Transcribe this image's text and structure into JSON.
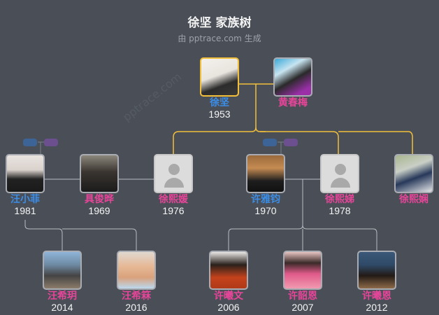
{
  "header": {
    "title": "徐坚 家族树",
    "subtitle": "由 pptrace.com 生成",
    "watermark": "pptrace.com"
  },
  "colors": {
    "background": "#4a4f57",
    "male": "#3b8ee8",
    "female": "#e8459a",
    "bloodline": "#f2bf3a",
    "connector": "#b8bcc2"
  },
  "generation1": [
    {
      "name": "徐坚",
      "year": "1953",
      "gender": "male",
      "photo": "photo",
      "root": true
    },
    {
      "name": "黄春梅",
      "year": "",
      "gender": "female",
      "photo": "photo"
    }
  ],
  "generation2": [
    {
      "name": "汪小菲",
      "year": "1981",
      "gender": "male",
      "photo": "photo"
    },
    {
      "name": "具俊晔",
      "year": "1969",
      "gender": "female",
      "photo": "photo"
    },
    {
      "name": "徐熙媛",
      "year": "1976",
      "gender": "female",
      "photo": "placeholder"
    },
    {
      "name": "许雅钧",
      "year": "1970",
      "gender": "male",
      "photo": "photo"
    },
    {
      "name": "徐熙娣",
      "year": "1978",
      "gender": "female",
      "photo": "placeholder"
    },
    {
      "name": "徐熙娴",
      "year": "",
      "gender": "female",
      "photo": "photo"
    }
  ],
  "generation3": [
    {
      "name": "汪希玥",
      "year": "2014",
      "gender": "female",
      "photo": "photo"
    },
    {
      "name": "汪希箖",
      "year": "2016",
      "gender": "female",
      "photo": "photo"
    },
    {
      "name": "许曦文",
      "year": "2006",
      "gender": "female",
      "photo": "photo"
    },
    {
      "name": "许韶恩",
      "year": "2007",
      "gender": "female",
      "photo": "photo"
    },
    {
      "name": "许曦恩",
      "year": "2012",
      "gender": "female",
      "photo": "photo"
    }
  ]
}
